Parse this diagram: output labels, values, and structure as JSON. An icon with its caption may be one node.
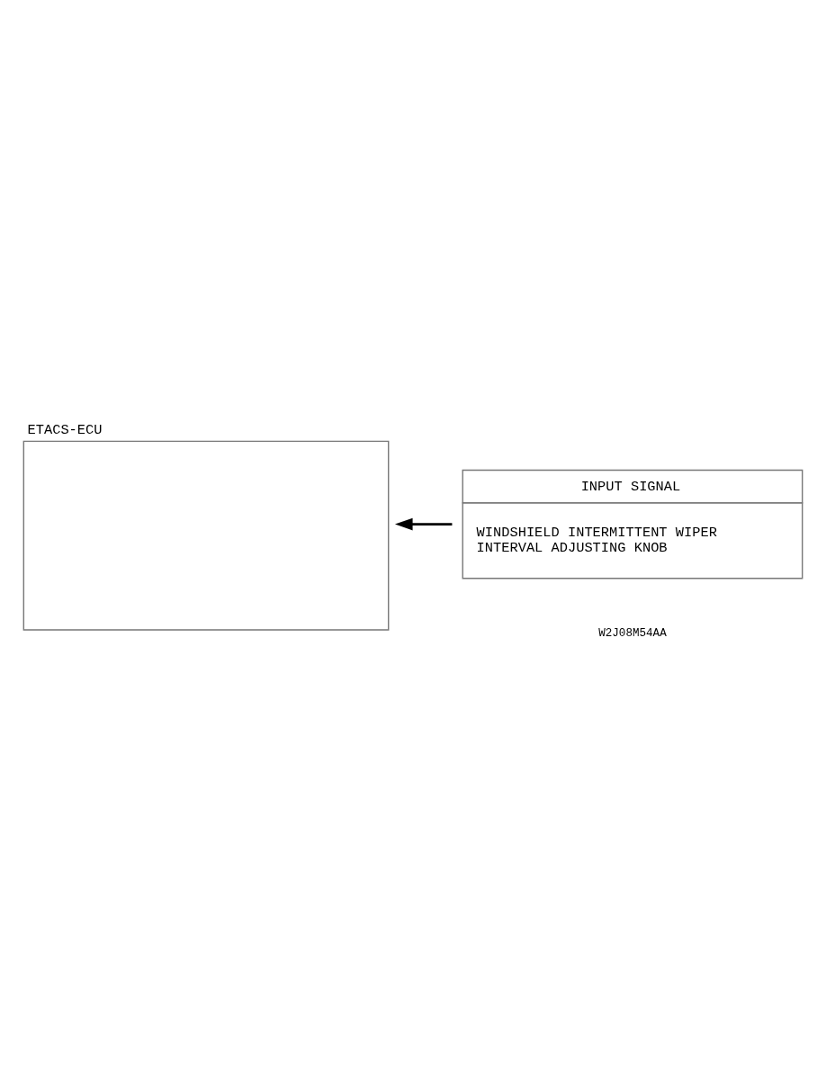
{
  "diagram": {
    "nodes": [
      {
        "text": [
          "ETACS-ECU"
        ]
      },
      {
        "text": [
          "INPUT SIGNAL",
          "WINDSHIELD INTERMITTENT WIPER INTERVAL ADJUSTING KNOB"
        ]
      }
    ],
    "edges": [
      {
        "from": 1,
        "to": 0,
        "arrow": "to"
      }
    ],
    "labels": [
      "W2J08M54AA"
    ]
  }
}
